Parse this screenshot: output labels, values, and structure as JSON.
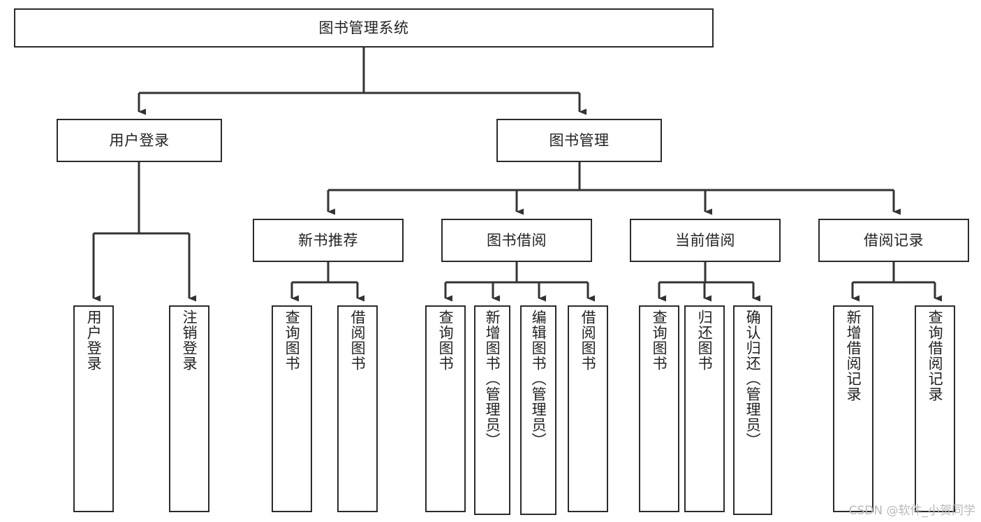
{
  "diagram": {
    "title": "图书管理系统",
    "type": "tree-hierarchy-chart",
    "watermark": "CSDN @软件_小贺同学",
    "nodes": {
      "root": {
        "label": "图书管理系统",
        "level": 1,
        "orientation": "horizontal"
      },
      "user_login": {
        "label": "用户登录",
        "level": 2,
        "orientation": "horizontal"
      },
      "book_manage": {
        "label": "图书管理",
        "level": 2,
        "orientation": "horizontal"
      },
      "new_book_rec": {
        "label": "新书推荐",
        "level": 3,
        "orientation": "horizontal"
      },
      "book_borrow": {
        "label": "图书借阅",
        "level": 3,
        "orientation": "horizontal"
      },
      "current_borrow": {
        "label": "当前借阅",
        "level": 3,
        "orientation": "horizontal"
      },
      "borrow_record": {
        "label": "借阅记录",
        "level": 3,
        "orientation": "horizontal"
      },
      "leaf_user_login": {
        "label": "用户登录",
        "level": 4,
        "orientation": "vertical"
      },
      "leaf_logout": {
        "label": "注销登录",
        "level": 4,
        "orientation": "vertical"
      },
      "leaf_query_book_1": {
        "label": "查询图书",
        "level": 4,
        "orientation": "vertical"
      },
      "leaf_borrow_book_1": {
        "label": "借阅图书",
        "level": 4,
        "orientation": "vertical"
      },
      "leaf_query_book_2": {
        "label": "查询图书",
        "level": 4,
        "orientation": "vertical"
      },
      "leaf_add_book": {
        "label": "新增图书（管理员）",
        "level": 4,
        "orientation": "vertical"
      },
      "leaf_edit_book": {
        "label": "编辑图书（管理员）",
        "level": 4,
        "orientation": "vertical"
      },
      "leaf_borrow_book_2": {
        "label": "借阅图书",
        "level": 4,
        "orientation": "vertical"
      },
      "leaf_query_book_3": {
        "label": "查询图书",
        "level": 4,
        "orientation": "vertical"
      },
      "leaf_return_book": {
        "label": "归还图书",
        "level": 4,
        "orientation": "vertical"
      },
      "leaf_confirm_return": {
        "label": "确认归还（管理员）",
        "level": 4,
        "orientation": "vertical"
      },
      "leaf_add_record": {
        "label": "新增借阅记录",
        "level": 4,
        "orientation": "vertical"
      },
      "leaf_query_record": {
        "label": "查询借阅记录",
        "level": 4,
        "orientation": "vertical"
      }
    },
    "colors": {
      "border": "#2b2b2b",
      "edge": "#333333",
      "background": "#ffffff",
      "text": "#222222",
      "watermark": "#b9b9b9"
    }
  }
}
